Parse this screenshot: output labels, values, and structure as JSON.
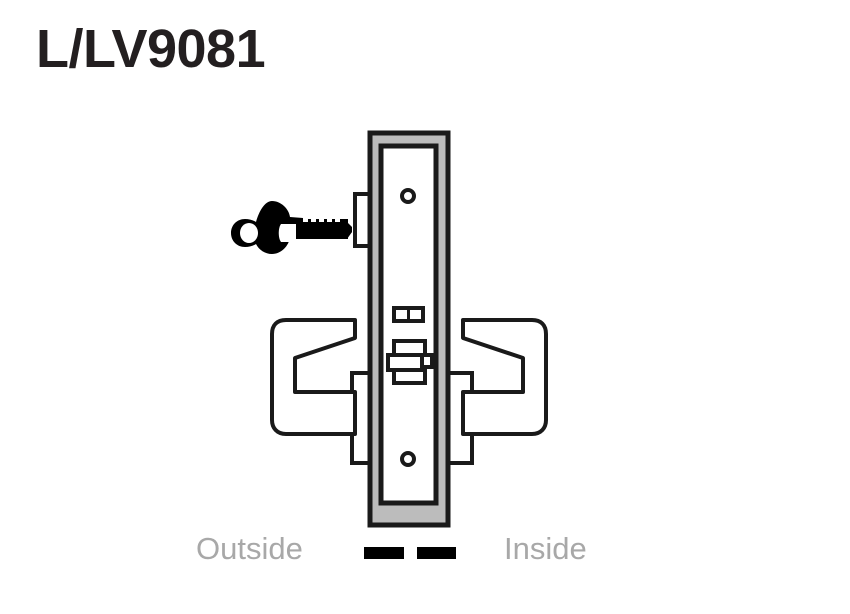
{
  "page": {
    "title": "L/LV9081",
    "background_color": "#ffffff"
  },
  "diagram": {
    "name": "mortise-lock-elevation",
    "description": "Mortise lock body elevation with key, deadbolt, levers on both sides",
    "colors": {
      "outline": "#1a1a1a",
      "body_fill": "#bcbcbc",
      "plate_fill": "#ffffff",
      "key_fill": "#000000",
      "caption_text": "#a8a8a8",
      "title_text": "#231f20",
      "door_bar": "#000000"
    },
    "parts": [
      {
        "name": "lock-body",
        "label": "Lock case"
      },
      {
        "name": "escutcheon-plate",
        "label": "Escutcheon plate"
      },
      {
        "name": "deadbolt",
        "label": "Deadbolt"
      },
      {
        "name": "key",
        "label": "Key"
      },
      {
        "name": "top-screw",
        "label": "Top mounting screw"
      },
      {
        "name": "bottom-screw",
        "label": "Bottom mounting screw"
      },
      {
        "name": "indicator-window",
        "label": "Indicator"
      },
      {
        "name": "latch-hub",
        "label": "Latch hub"
      },
      {
        "name": "outside-lever",
        "label": "Outside lever"
      },
      {
        "name": "inside-lever",
        "label": "Inside lever"
      },
      {
        "name": "outside-rose",
        "label": "Outside rose"
      },
      {
        "name": "inside-rose",
        "label": "Inside rose"
      }
    ]
  },
  "caption": {
    "outside": "Outside",
    "inside": "Inside",
    "door_marker_left": "door-section-left",
    "door_marker_right": "door-section-right"
  }
}
